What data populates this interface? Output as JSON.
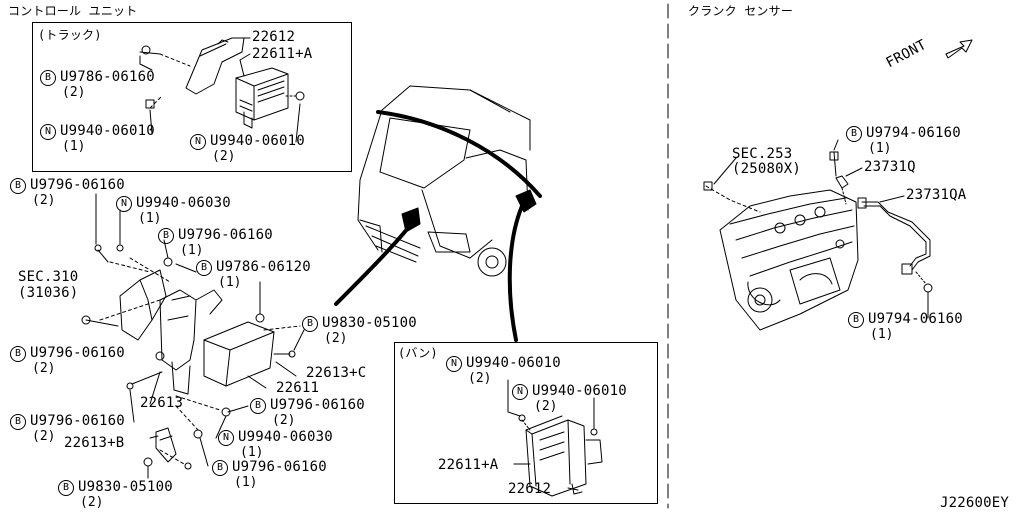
{
  "sections": {
    "control_unit": "コントロール ユニット",
    "crank_sensor": "クランク センサー",
    "truck": "(トラック)",
    "van": "(バン)",
    "front": "FRONT"
  },
  "symbols": {
    "b": "B",
    "n": "N"
  },
  "parts": {
    "p22612_top": "22612",
    "p22611a_top": "22611+A",
    "u9786_06160": "U9786-06160",
    "q_u9786_06160": "(2)",
    "u9940_06010_a": "U9940-06010",
    "q_u9940_06010_a": "(1)",
    "u9940_06010_b": "U9940-06010",
    "q_u9940_06010_b": "(2)",
    "u9796_06160_a": "U9796-06160",
    "q_u9796_06160_a": "(2)",
    "u9940_06030_a": "U9940-06030",
    "q_u9940_06030_a": "(1)",
    "u9796_06160_b": "U9796-06160",
    "q_u9796_06160_b": "(1)",
    "sec310": "SEC.310",
    "sec310_sub": "(31036)",
    "u9786_06120": "U9786-06120",
    "q_u9786_06120": "(1)",
    "u9830_05100_a": "U9830-05100",
    "q_u9830_05100_a": "(2)",
    "u9796_06160_c": "U9796-06160",
    "q_u9796_06160_c": "(2)",
    "p22613c": "22613+C",
    "p22611": "22611",
    "p22613": "22613",
    "u9796_06160_d": "U9796-06160",
    "q_u9796_06160_d": "(2)",
    "u9796_06160_e": "U9796-06160",
    "q_u9796_06160_e": "(2)",
    "p22613b": "22613+B",
    "u9940_06030_b": "U9940-06030",
    "q_u9940_06030_b": "(1)",
    "u9796_06160_f": "U9796-06160",
    "q_u9796_06160_f": "(1)",
    "u9830_05100_b": "U9830-05100",
    "q_u9830_05100_b": "(2)",
    "van_u9940_06010_a": "U9940-06010",
    "q_van_u9940_06010_a": "(2)",
    "van_u9940_06010_b": "U9940-06010",
    "q_van_u9940_06010_b": "(2)",
    "van_22611a": "22611+A",
    "van_22612": "22612",
    "sec253": "SEC.253",
    "sec253_sub": "(25080X)",
    "u9794_06160_a": "U9794-06160",
    "q_u9794_06160_a": "(1)",
    "p23731q": "23731Q",
    "p23731qa": "23731QA",
    "u9794_06160_b": "U9794-06160",
    "q_u9794_06160_b": "(1)"
  },
  "diagram_id": "J22600EY"
}
